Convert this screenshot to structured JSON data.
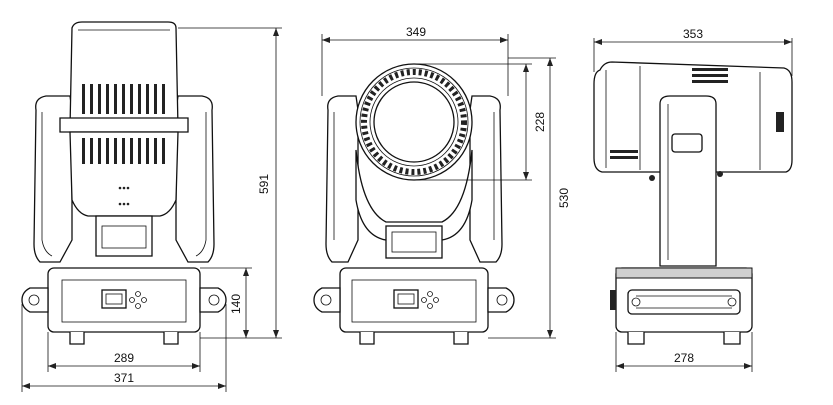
{
  "views": {
    "front": {
      "dim_height": "591",
      "dim_base_height": "140",
      "dim_base_inner_width": "289",
      "dim_base_outer_width": "371"
    },
    "rear": {
      "dim_width": "349",
      "dim_lens_height": "228",
      "dim_height": "530"
    },
    "side": {
      "dim_head_length": "353",
      "dim_base_width": "278"
    }
  }
}
